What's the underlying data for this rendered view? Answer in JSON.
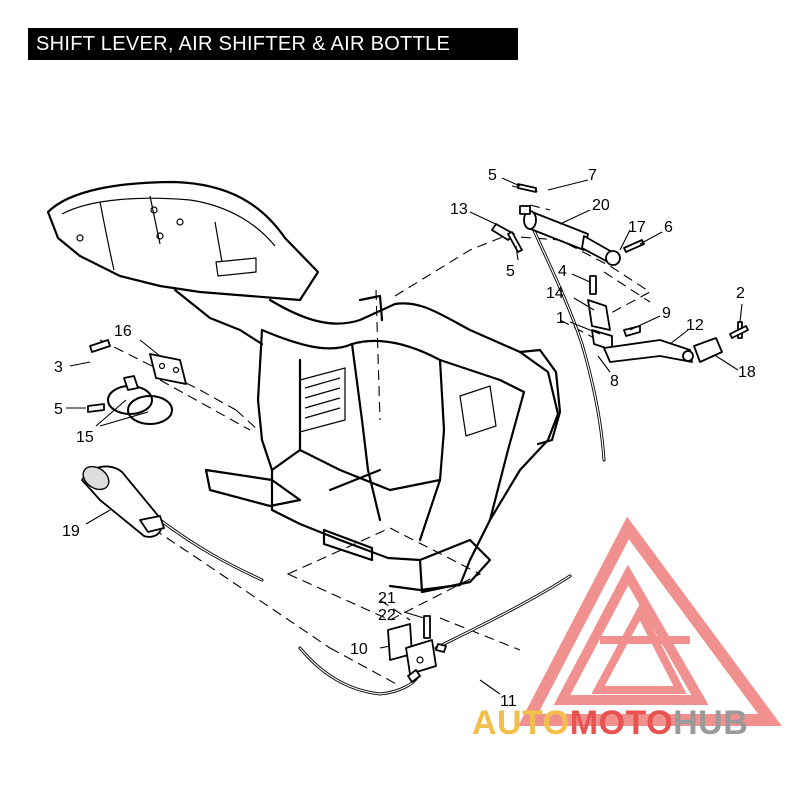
{
  "title": "SHIFT LEVER, AIR SHIFTER & AIR BOTTLE",
  "part_labels": [
    "1",
    "2",
    "3",
    "4",
    "5",
    "5",
    "5",
    "6",
    "7",
    "8",
    "9",
    "10",
    "11",
    "12",
    "13",
    "14",
    "15",
    "16",
    "17",
    "18",
    "19",
    "20",
    "21",
    "22"
  ],
  "watermark": {
    "part1": "AUTO",
    "part2": "MOTO",
    "part3": "HUB",
    "colors": {
      "auto": "#f2c04a",
      "moto": "#e8524f",
      "hub": "#9a9a9a",
      "logo": "#ec6d6a"
    }
  }
}
